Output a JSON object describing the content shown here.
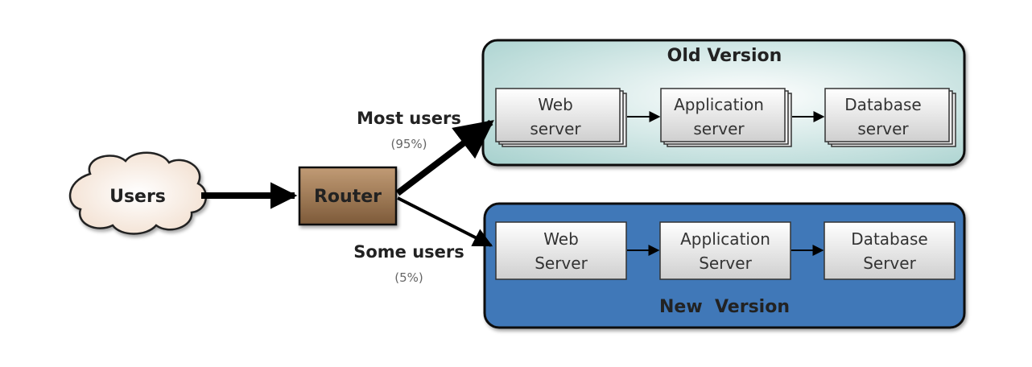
{
  "users": {
    "label": "Users"
  },
  "router": {
    "label": "Router"
  },
  "routes": {
    "most": {
      "label": "Most users",
      "percent": "(95%)"
    },
    "some": {
      "label": "Some users",
      "percent": "(5%)"
    }
  },
  "old_version": {
    "title": "Old Version",
    "web": [
      "Web",
      "server"
    ],
    "app": [
      "Application",
      "server"
    ],
    "db": [
      "Database",
      "server"
    ]
  },
  "new_version": {
    "title": "New  Version",
    "web": [
      "Web",
      "Server"
    ],
    "app": [
      "Application",
      "Server"
    ],
    "db": [
      "Database",
      "Server"
    ]
  },
  "colors": {
    "router_fill": "#a07850",
    "new_version_fill": "#4178b8",
    "old_version_fill": "#cfe6e4",
    "cloud_fill": "#fbeee3"
  }
}
